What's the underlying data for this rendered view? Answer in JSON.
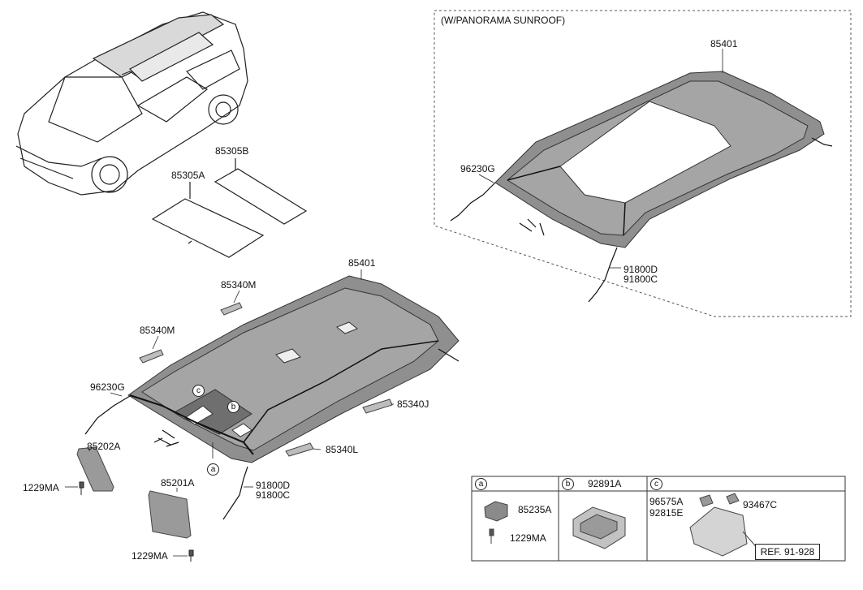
{
  "inset": {
    "title": "(W/PANORAMA SUNROOF)",
    "labels": {
      "headliner": "85401",
      "wiring": "96230G",
      "harness_d": "91800D",
      "harness_c": "91800C"
    }
  },
  "main": {
    "labels": {
      "cover_b": "85305B",
      "cover_a": "85305A",
      "headliner": "85401",
      "grip_m1": "85340M",
      "grip_m2": "85340M",
      "wiring": "96230G",
      "grip_j": "85340J",
      "grip_l": "85340L",
      "visor_r": "85202A",
      "visor_l": "85201A",
      "screw_1": "1229MA",
      "screw_2": "1229MA",
      "harness_d": "91800D",
      "harness_c": "91800C"
    },
    "callouts": {
      "a": "a",
      "b": "b",
      "c": "c"
    }
  },
  "table": {
    "headers": [
      {
        "letter": "a",
        "part": ""
      },
      {
        "letter": "b",
        "part": "92891A"
      },
      {
        "letter": "c",
        "part": ""
      }
    ],
    "a_parts": {
      "lamp": "85235A",
      "screw": "1229MA"
    },
    "c_parts": {
      "p1": "96575A",
      "p2": "92815E",
      "p3": "93467C"
    },
    "ref": "REF. 91-928"
  }
}
